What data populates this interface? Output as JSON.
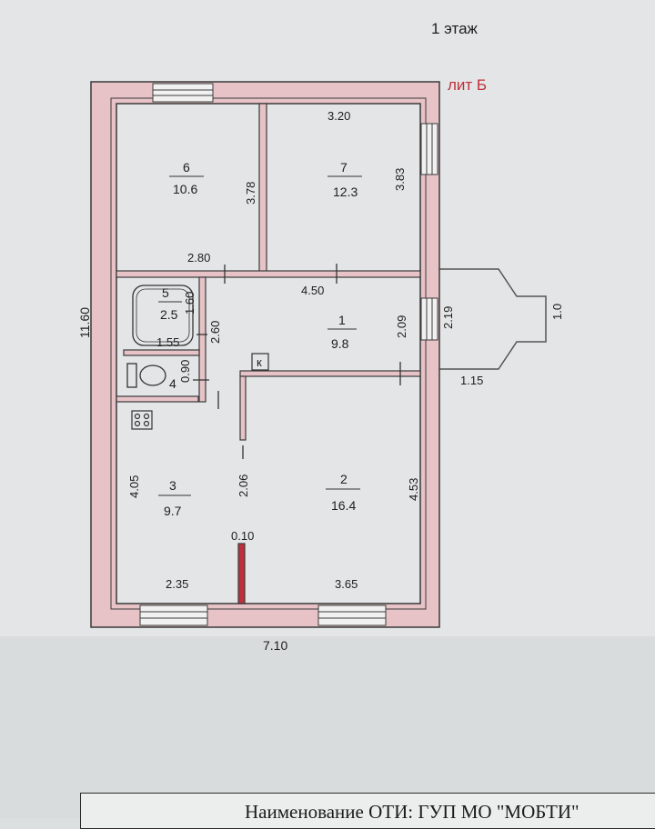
{
  "header": {
    "floor_label": "1 этаж",
    "building_label": "лит Б"
  },
  "colors": {
    "wall_fill": "#e7c3c7",
    "wall_stroke": "#3a3a3a",
    "paper": "#e4e6e7",
    "annotation_red": "#c0303c"
  },
  "rooms": [
    {
      "number": "1",
      "area": "9.8"
    },
    {
      "number": "2",
      "area": "16.4"
    },
    {
      "number": "3",
      "area": "9.7"
    },
    {
      "number": "4",
      "area": ""
    },
    {
      "number": "5",
      "area": "2.5"
    },
    {
      "number": "6",
      "area": "10.6"
    },
    {
      "number": "7",
      "area": "12.3"
    }
  ],
  "dimensions": {
    "total_height": "11.60",
    "total_width": "7.10",
    "room7_width": "3.20",
    "room7_height": "3.83",
    "room6_height": "3.78",
    "room6_width": "2.80",
    "hall_width": "4.50",
    "hall_height_left": "2.60",
    "hall_height_right": "2.09",
    "door_opening": "2.19",
    "porch_depth": "1.0",
    "porch_width": "1.15",
    "bath_height": "1.60",
    "bath_width": "1.55",
    "toilet_height": "0.90",
    "room3_height": "4.05",
    "room3_width": "2.35",
    "partition_length": "2.06",
    "partition_thickness": "0.10",
    "room2_height": "4.53",
    "room2_width": "3.65"
  },
  "symbols": {
    "kitchen_marker": "к"
  },
  "footer": {
    "text": "Наименование ОТИ: ГУП МО \"МОБТИ\""
  }
}
